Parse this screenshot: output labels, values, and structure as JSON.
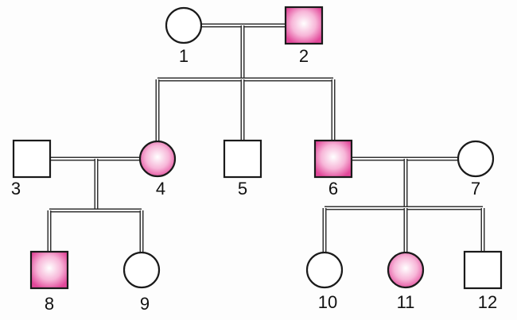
{
  "pedigree": {
    "affected_color": "#ee6fb1",
    "unaffected_color": "#ffffff",
    "outline_color": "#1a1a1a",
    "individuals": [
      {
        "id": "1",
        "sex": "female",
        "affected": false
      },
      {
        "id": "2",
        "sex": "male",
        "affected": true
      },
      {
        "id": "3",
        "sex": "male",
        "affected": false
      },
      {
        "id": "4",
        "sex": "female",
        "affected": true
      },
      {
        "id": "5",
        "sex": "male",
        "affected": false
      },
      {
        "id": "6",
        "sex": "male",
        "affected": true
      },
      {
        "id": "7",
        "sex": "female",
        "affected": false
      },
      {
        "id": "8",
        "sex": "male",
        "affected": true
      },
      {
        "id": "9",
        "sex": "female",
        "affected": false
      },
      {
        "id": "10",
        "sex": "female",
        "affected": false
      },
      {
        "id": "11",
        "sex": "female",
        "affected": true
      },
      {
        "id": "12",
        "sex": "male",
        "affected": false
      }
    ],
    "matings": [
      [
        "1",
        "2"
      ],
      [
        "3",
        "4"
      ],
      [
        "6",
        "7"
      ]
    ],
    "offspring": [
      {
        "parents": [
          "1",
          "2"
        ],
        "children": [
          "4",
          "5",
          "6"
        ]
      },
      {
        "parents": [
          "3",
          "4"
        ],
        "children": [
          "8",
          "9"
        ]
      },
      {
        "parents": [
          "6",
          "7"
        ],
        "children": [
          "10",
          "11",
          "12"
        ]
      }
    ]
  }
}
